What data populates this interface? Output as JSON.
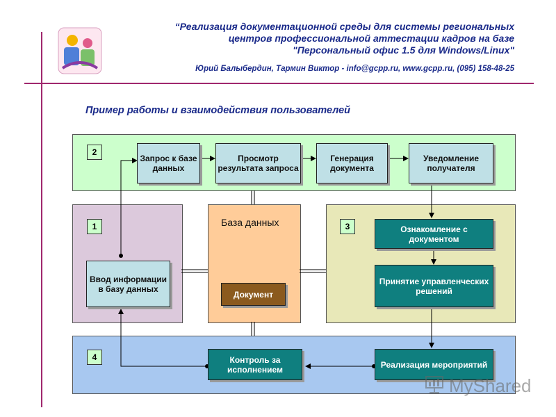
{
  "header": {
    "title_line1": "“Реализация документационной среды для системы региональных",
    "title_line2": "центров профессиональной аттестации кадров на базе",
    "title_line3": "\"Персональный офис 1.5 для Windows/Linux\"",
    "authors": "Юрий Балыбердин, Тармин Виктор - info@gcpp.ru, www.gcpp.ru, (095) 158-48-25"
  },
  "subtitle": "Пример работы и взаимодействия пользователей",
  "zones": {
    "zone2_number": "2",
    "zone1_number": "1",
    "zone3_number": "3",
    "zone4_number": "4",
    "database_label": "База данных"
  },
  "boxes": {
    "request": "Запрос к базе данных",
    "view_result": "Просмотр результата запроса",
    "generate": "Генерация документа",
    "notify": "Уведомление получателя",
    "input_info": "Ввод информации в базу данных",
    "document": "Документ",
    "familiarize": "Ознакомление с документом",
    "decisions": "Принятие управленческих решений",
    "control": "Контроль за исполнением",
    "implementation": "Реализация мероприятий"
  },
  "watermark": "MyShared",
  "colors": {
    "header_text": "#1a2a8a",
    "rule": "#a0286e",
    "zone2_bg": "#ccffcc",
    "zone1_bg": "#dcc9dc",
    "database_bg": "#ffcc99",
    "zone3_bg": "#e8e8b8",
    "zone4_bg": "#a8c8f0",
    "box_light": "#bfe0e6",
    "box_teal": "#0f7f7f",
    "box_brown": "#8b5a1e"
  }
}
